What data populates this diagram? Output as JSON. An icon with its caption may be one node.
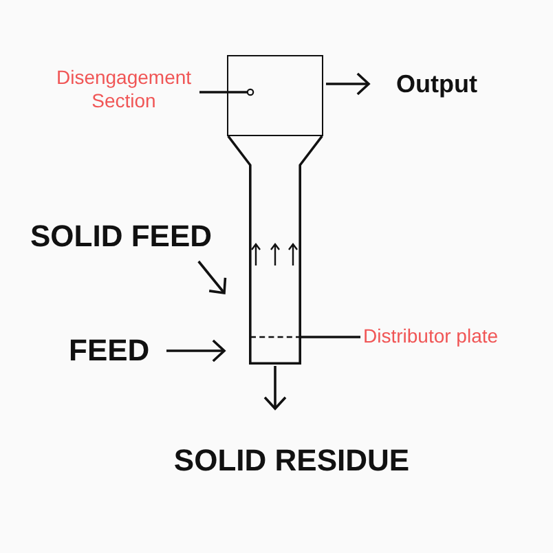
{
  "diagram": {
    "nodes": [
      {
        "text": [
          "Disengagement Section"
        ]
      },
      {
        "text": [],
        "shape": "box"
      },
      {
        "text": [
          "Output"
        ]
      },
      {
        "text": [
          "SOLID FEED"
        ]
      },
      {
        "text": [],
        "shape": "column"
      },
      {
        "text": [],
        "shape": "line",
        "in": 4
      },
      {
        "text": [
          "Distributor plate"
        ]
      },
      {
        "text": [
          "FEED"
        ]
      },
      {
        "text": [
          "SOLID RESIDUE"
        ]
      }
    ],
    "edges": [
      {
        "from": 0,
        "to": 1,
        "arrow": "other"
      },
      {
        "from": 1,
        "to": 2,
        "arrow": "to"
      },
      {
        "from": 3,
        "to": 4,
        "arrow": "to"
      },
      {
        "from": 7,
        "to": 4,
        "arrow": "to"
      },
      {
        "from": 4,
        "to": 8,
        "arrow": "to"
      },
      {
        "from": 6,
        "to": 5,
        "arrow": "none"
      }
    ]
  }
}
